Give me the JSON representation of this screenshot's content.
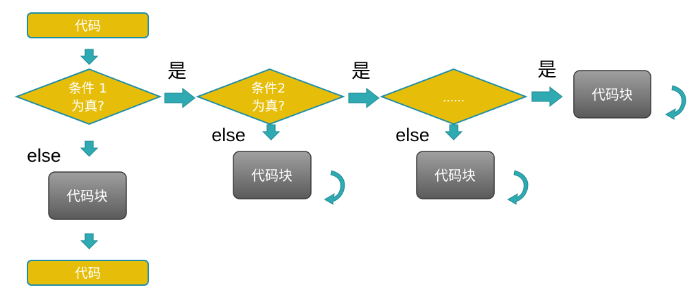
{
  "nodes": {
    "start_code": "代码",
    "cond1_line1": "条件 1",
    "cond1_line2": "为真?",
    "cond2_line1": "条件2",
    "cond2_line2": "为真?",
    "cond3": "……",
    "block1": "代码块",
    "block2": "代码块",
    "block3": "代码块",
    "block4": "代码块",
    "end_code": "代码"
  },
  "labels": {
    "yes1": "是",
    "yes2": "是",
    "yes3": "是",
    "else1": "else",
    "else2": "else",
    "else3": "else"
  },
  "colors": {
    "code_fill": "#E6BE0A",
    "code_border": "#1F8EA8",
    "diamond_fill": "#E6BE0A",
    "diamond_border": "#1F8EA8",
    "block_fill_top": "#9A9A9A",
    "block_fill_bottom": "#5E5E5E",
    "block_border": "#3A3A3A",
    "arrow_fill": "#2FA9B2",
    "arrow_stroke": "#1E8A92",
    "node_text": "#FFFFFF",
    "label_text": "#000000"
  }
}
